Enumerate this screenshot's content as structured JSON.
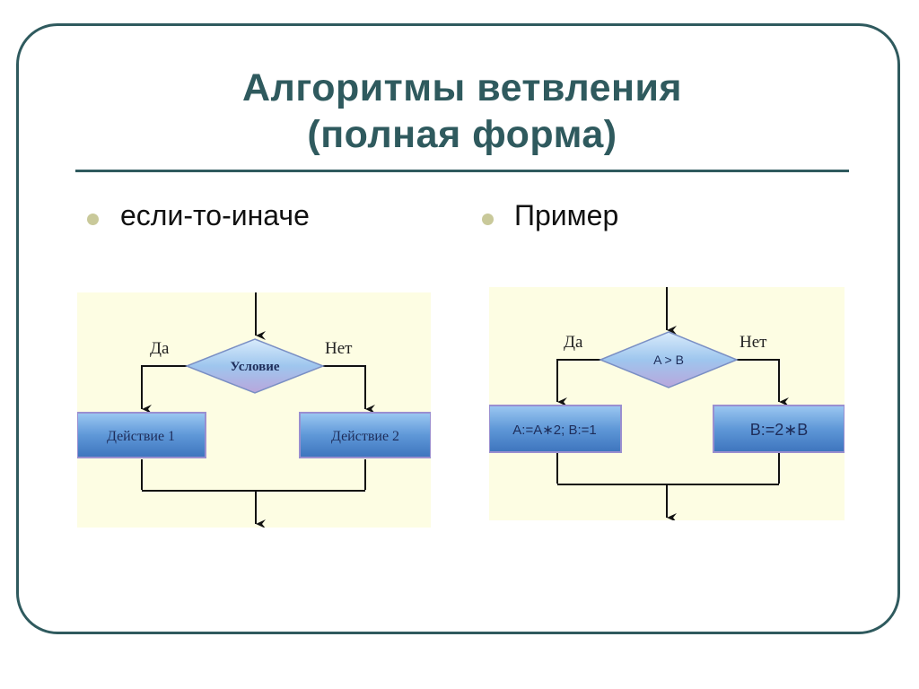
{
  "slide": {
    "title_line1": "Алгоритмы ветвления",
    "title_line2": "(полная форма)",
    "bullets": [
      "если-то-иначе",
      "Пример"
    ]
  },
  "diagram_general": {
    "condition": "Условие",
    "yes_label": "Да",
    "no_label": "Нет",
    "action1": "Действие 1",
    "action2": "Действие 2"
  },
  "diagram_example": {
    "condition": "A > B",
    "yes_label": "Да",
    "no_label": "Нет",
    "action1": "A:=A∗2; B:=1",
    "action2": "B:=2∗B"
  },
  "colors": {
    "accent": "#2f5a5e",
    "panel": "#fdfde3",
    "box": "#6aa2dd",
    "bullet": "#c9c99a"
  }
}
